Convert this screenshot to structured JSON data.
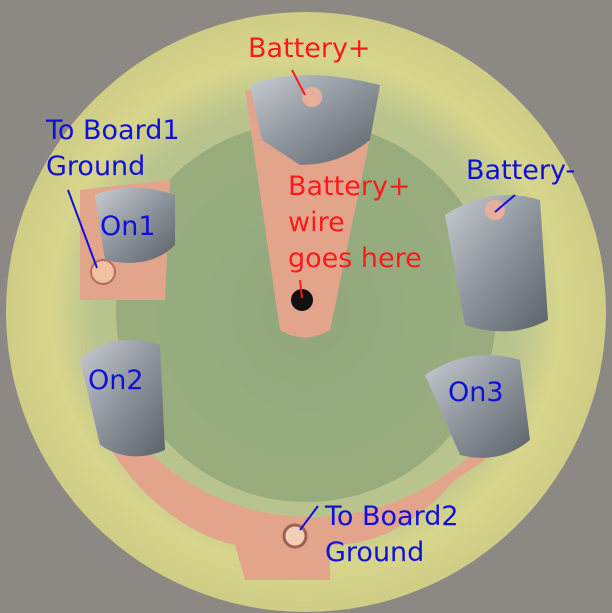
{
  "labels": {
    "battery_plus_top": "Battery+",
    "to_board1_line1": "To Board1",
    "to_board1_line2": "Ground",
    "on1": "On1",
    "battery_plus_wire_line1": "Battery+",
    "battery_plus_wire_line2": "wire",
    "battery_plus_wire_line3": "goes here",
    "battery_minus": "Battery-",
    "on2": "On2",
    "on3": "On3",
    "to_board2_line1": "To Board2",
    "to_board2_line2": "Ground"
  },
  "colors": {
    "red_label": "#ff1a1a",
    "blue_label": "#1010d8",
    "board": "#d6d48a",
    "copper": "#e0a48a",
    "solder": "#9aa0a8"
  }
}
